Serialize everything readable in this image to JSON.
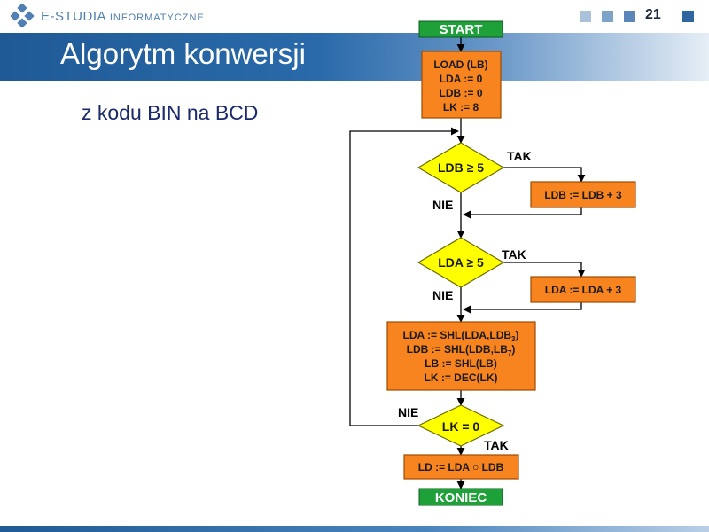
{
  "header": {
    "logo_main": "E-STUDIA",
    "logo_sub": "INFORMATYCZNE",
    "page_number": "21",
    "square_colors": [
      "#a9c1da",
      "#7fa3c8",
      "#5a87b7",
      "#2f66a1"
    ]
  },
  "title": "Algorytm konwersji",
  "subtitle": "z kodu BIN na BCD",
  "flow": {
    "start": "START",
    "init": [
      "LOAD (LB)",
      "LDA := 0",
      "LDB := 0",
      "LK := 8"
    ],
    "cond1": "LDB ≥ 5",
    "cond1_yes": "TAK",
    "cond1_no": "NIE",
    "action1": "LDB := LDB + 3",
    "cond2": "LDA ≥ 5",
    "cond2_yes": "TAK",
    "cond2_no": "NIE",
    "action2": "LDA := LDA + 3",
    "shift": {
      "l1_pre": "LDA := SHL(LDA,LDB",
      "l1_sub": "3",
      "l1_post": ")",
      "l2_pre": "LDB := SHL(LDB,LB",
      "l2_sub": "7",
      "l2_post": ")",
      "l3": "LB := SHL(LB)",
      "l4": "LK := DEC(LK)"
    },
    "cond3": "LK = 0",
    "cond3_no": "NIE",
    "cond3_yes": "TAK",
    "result": "LD := LDA ○ LDB",
    "end": "KONIEC"
  },
  "colors": {
    "terminal": "#1fa13a",
    "process": "#f7841e",
    "decision": "#ffff00",
    "title_bar": "#2a6aaa"
  }
}
